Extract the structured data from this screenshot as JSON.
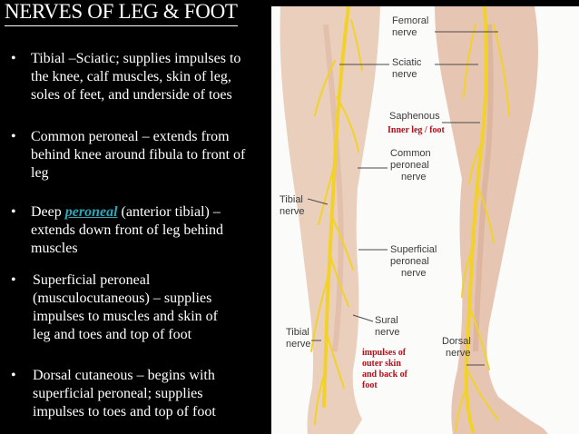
{
  "title": "NERVES OF LEG & FOOT",
  "bullets": [
    {
      "dot": "•",
      "lines": [
        "Tibial –Sciatic; supplies impulses to",
        "the knee, calf muscles, skin of leg,",
        "soles of feet, and underside of toes"
      ]
    },
    {
      "dot": "•",
      "lines": [
        "Common peroneal – extends from",
        "behind knee around fibula to front of",
        "leg"
      ]
    },
    {
      "dot": "•",
      "lines_pre": "Deep ",
      "link": "peroneal",
      "lines_post": " (anterior tibial) –",
      "lines": [
        "extends down front of leg behind",
        "muscles"
      ]
    },
    {
      "dot": "•",
      "lines": [
        "Superficial peroneal",
        "(musculocutaneous) – supplies",
        "impulses to muscles and skin of",
        "leg and toes and top of foot"
      ]
    },
    {
      "dot": "•",
      "lines": [
        "Dorsal cutaneous – begins with",
        "superficial peroneal; supplies",
        "impulses to toes and top of foot"
      ]
    }
  ],
  "figure_labels": {
    "femoral": [
      "Femoral",
      "nerve"
    ],
    "sciatic": [
      "Sciatic",
      "nerve"
    ],
    "saphenous": "Saphenous",
    "inner_leg": "Inner leg / foot",
    "common_peroneal": [
      "Common",
      "peroneal",
      "nerve"
    ],
    "tibial_upper": [
      "Tibial",
      "nerve"
    ],
    "superficial_peroneal": [
      "Superficial",
      "peroneal",
      "nerve"
    ],
    "sural": [
      "Sural",
      "nerve"
    ],
    "tibial_lower": [
      "Tibial",
      "nerve"
    ],
    "dorsal": [
      "Dorsal",
      "nerve"
    ],
    "impulses": [
      "impulses of",
      "outer skin",
      "and back of",
      "foot"
    ]
  },
  "colors": {
    "nerve": "#f2d22a",
    "skin": "#e9cbb9",
    "label_red": "#b0101a",
    "link": "#2aa7b8"
  }
}
